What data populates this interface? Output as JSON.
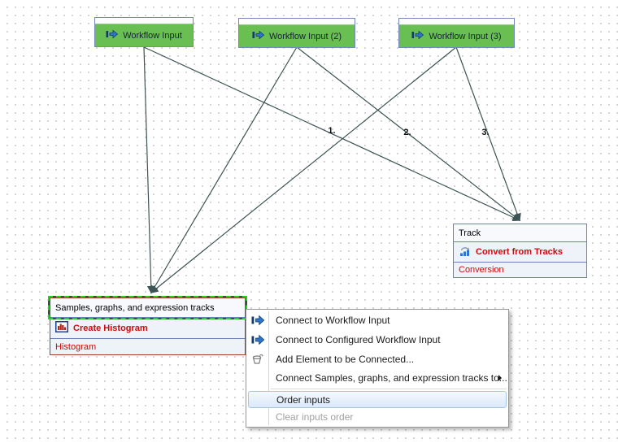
{
  "nodes": {
    "inputs": [
      {
        "label": "Workflow Input"
      },
      {
        "label": "Workflow Input (2)"
      },
      {
        "label": "Workflow Input (3)"
      }
    ],
    "track": {
      "input_channel": "Track",
      "tool": "Convert from Tracks",
      "category": "Conversion"
    },
    "samples": {
      "input_channel": "Samples, graphs, and expression tracks",
      "tool": "Create Histogram",
      "category": "Histogram"
    }
  },
  "connections": {
    "order_labels": [
      "1.",
      "2.",
      "3."
    ]
  },
  "context_menu": {
    "items": [
      {
        "label": "Connect to Workflow Input",
        "icon": "workflow-input-icon"
      },
      {
        "label": "Connect to Configured Workflow Input",
        "icon": "workflow-input-icon"
      },
      {
        "label": "Add Element to be Connected...",
        "icon": "add-element-icon"
      },
      {
        "label": "Connect Samples, graphs, and expression tracks to...",
        "submenu": true
      },
      {
        "label": "Order inputs",
        "state": "highlighted"
      },
      {
        "label": "Clear inputs order",
        "state": "disabled"
      }
    ]
  },
  "icons": {
    "workflow-input-icon": "dark bar + blue right arrow",
    "add-element-icon": "gray outline beaker with handle",
    "create-histogram-icon": "framed red bar histogram",
    "convert-from-tracks-icon": "blue track bars with gray convert arrow",
    "submenu-arrow-icon": "black right triangle"
  },
  "colors": {
    "input_node_fill": "#6abf52",
    "node_border_blue": "#6b80b5",
    "invalid_node_border_red": "#a23b32",
    "tool_text_red": "#cf0a0a",
    "connection_line": "#3e5355",
    "drop_target_green": "#1fd41f",
    "menu_highlight_border": "#a8c5e8",
    "menu_highlight_fill": "#dbe9f9"
  }
}
